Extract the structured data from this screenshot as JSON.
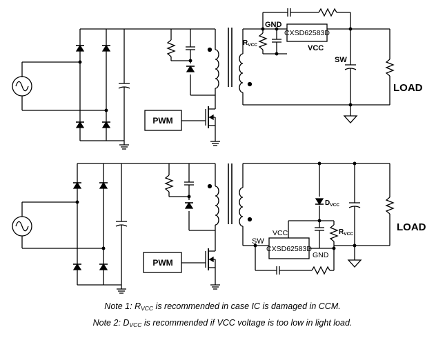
{
  "top_circuit": {
    "pwm_label": "PWM",
    "ic_label": "CXSD62583D",
    "gnd_label": "GND",
    "vcc_label": "VCC",
    "sw_label": "SW",
    "load_label": "LOAD",
    "rvcc_main": "R",
    "rvcc_sub": "VCC"
  },
  "bottom_circuit": {
    "pwm_label": "PWM",
    "ic_label": "CXSD62583D",
    "gnd_label": "GND",
    "vcc_label": "VCC",
    "sw_label": "SW",
    "load_label": "LOAD",
    "dvcc_main": "D",
    "dvcc_sub": "VCC",
    "rvcc_main": "R",
    "rvcc_sub": "VCC"
  },
  "notes": {
    "note1_prefix": "Note 1: R",
    "note1_sub": "VCC",
    "note1_suffix": " is recommended in case IC is damaged in CCM.",
    "note2_prefix": "Note 2: D",
    "note2_sub": "VCC",
    "note2_suffix": " is recommended if VCC voltage is too low in light load."
  }
}
